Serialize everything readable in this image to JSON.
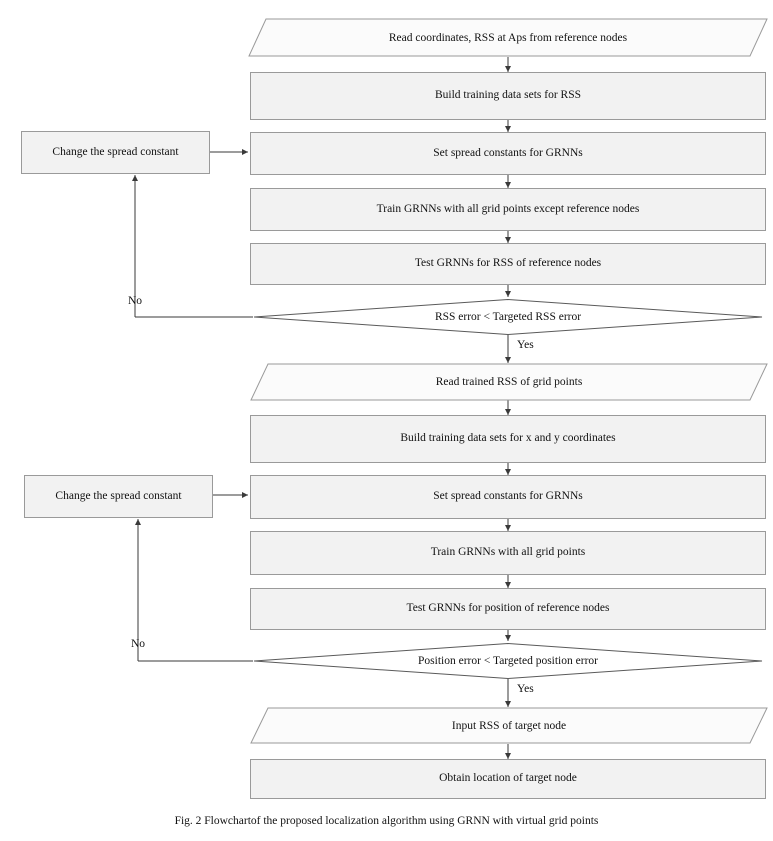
{
  "figure": {
    "caption": "Fig. 2 Flowchartof the proposed localization algorithm using GRNN with virtual grid points"
  },
  "nodes": {
    "read_coordinates": "Read coordinates, RSS at Aps from reference nodes",
    "build_rss": "Build training data sets for RSS",
    "set_spread_1": "Set spread constants for GRNNs",
    "train_except": "Train GRNNs with all grid points except reference nodes",
    "test_rss": "Test GRNNs for RSS of reference nodes",
    "rss_decision": "RSS error < Targeted RSS error",
    "change_spread_1": "Change the spread constant",
    "read_trained": "Read trained RSS of grid points",
    "build_xy": "Build training data sets for x and y coordinates",
    "set_spread_2": "Set spread constants for GRNNs",
    "train_all": "Train GRNNs with all grid points",
    "test_position": "Test GRNNs for position of reference nodes",
    "position_decision": "Position error < Targeted position error",
    "change_spread_2": "Change the spread constant",
    "input_rss": "Input RSS of target node",
    "obtain_location": "Obtain location of target node"
  },
  "edge_labels": {
    "no_1": "No",
    "yes_1": "Yes",
    "no_2": "No",
    "yes_2": "Yes"
  },
  "colors": {
    "box_fill": "#f2f2f2",
    "box_stroke": "#9a9a9a",
    "line": "#3a3a3a",
    "text": "#111111"
  }
}
